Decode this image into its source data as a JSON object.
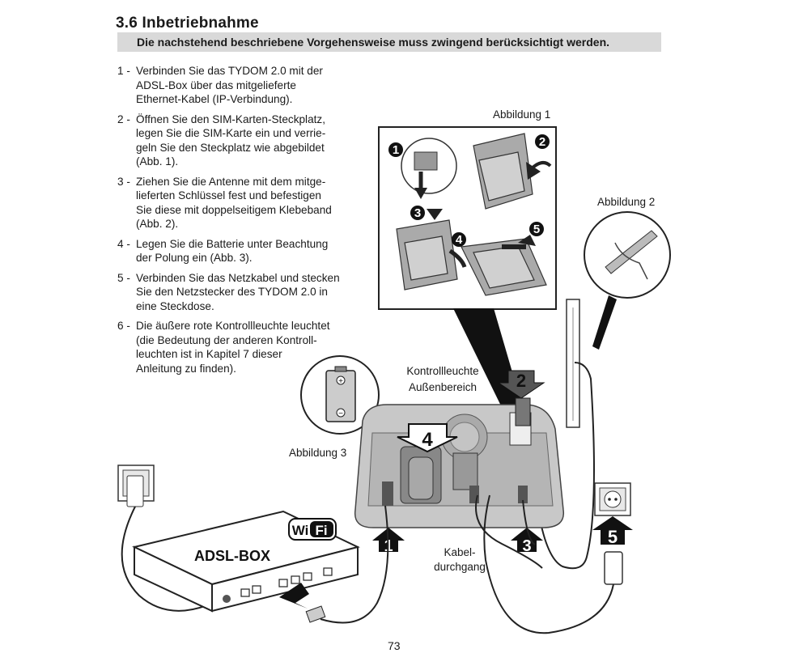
{
  "section": {
    "title": "3.6 Inbetriebnahme",
    "notice": "Die nachstehend beschriebene Vorgehensweise muss zwingend berücksichtigt werden."
  },
  "steps": [
    {
      "number": "1 -",
      "text": "Verbinden Sie das TYDOM 2.0 mit der\nADSL-Box über das mitgelieferte\nEthernet-Kabel (IP-Verbindung)."
    },
    {
      "number": "2 -",
      "text": "Öffnen Sie den SIM-Karten-Steckplatz,\nlegen Sie die SIM-Karte ein und verrie-\ngeln Sie den Steckplatz wie abgebildet\n(Abb. 1)."
    },
    {
      "number": "3 -",
      "text": "Ziehen Sie die Antenne mit dem mitge-\nlieferten Schlüssel fest und befestigen\nSie diese mit doppelseitigem Klebeband\n(Abb. 2)."
    },
    {
      "number": "4 -",
      "text": "Legen Sie die Batterie unter Beachtung\nder Polung ein (Abb. 3)."
    },
    {
      "number": "5 -",
      "text": "Verbinden Sie das Netzkabel und stecken\nSie den Netzstecker des TYDOM 2.0 in\neine Steckdose."
    },
    {
      "number": "6 -",
      "text": "Die äußere rote Kontrollleuchte leuchtet\n(die Bedeutung der anderen Kontroll-\nleuchten ist in Kapitel 7 dieser\nAnleitung zu finden)."
    }
  ],
  "figures": {
    "abbildung1": "Abbildung 1",
    "abbildung2": "Abbildung 2",
    "abbildung3": "Abbildung 3"
  },
  "callouts": {
    "kontrollleuchte_line1": "Kontrollleuchte",
    "kontrollleuchte_line2": "Außenbereich",
    "kabel_line1": "Kabel-",
    "kabel_line2": "durchgang",
    "adsl_box": "ADSL-BOX",
    "wifi_w": "Wi",
    "wifi_f": "Fi",
    "step_markers": [
      "1",
      "2",
      "3",
      "4",
      "5"
    ]
  },
  "page_number": "73"
}
